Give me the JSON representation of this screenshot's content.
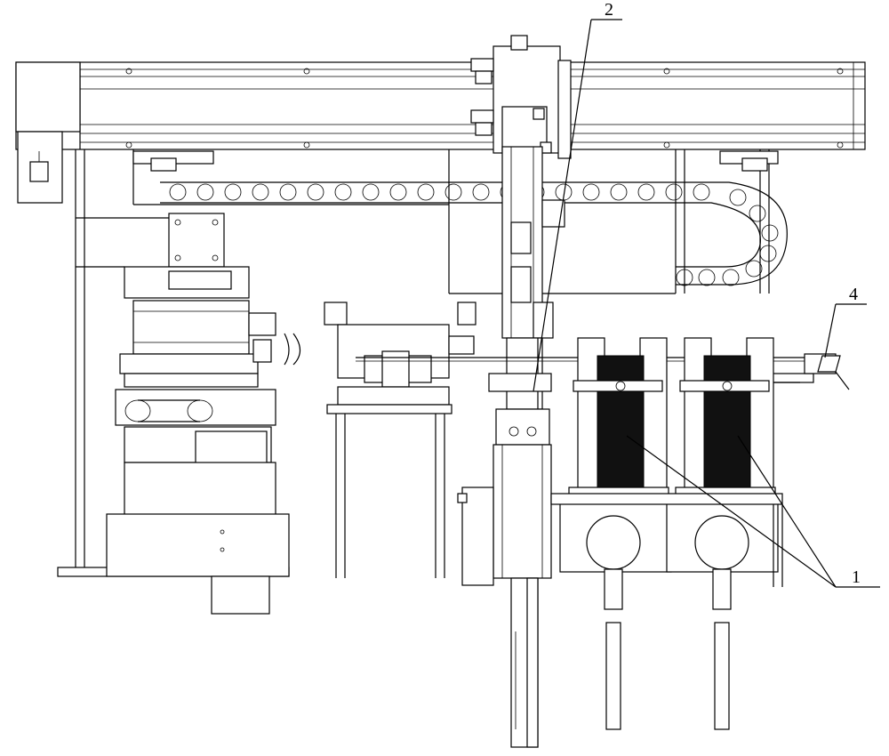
{
  "callouts": [
    {
      "id": "1",
      "label": "1"
    },
    {
      "id": "2",
      "label": "2"
    },
    {
      "id": "4",
      "label": "4"
    }
  ],
  "colors": {
    "line": "#000000",
    "background": "#ffffff",
    "dark_fill": "#111111"
  }
}
